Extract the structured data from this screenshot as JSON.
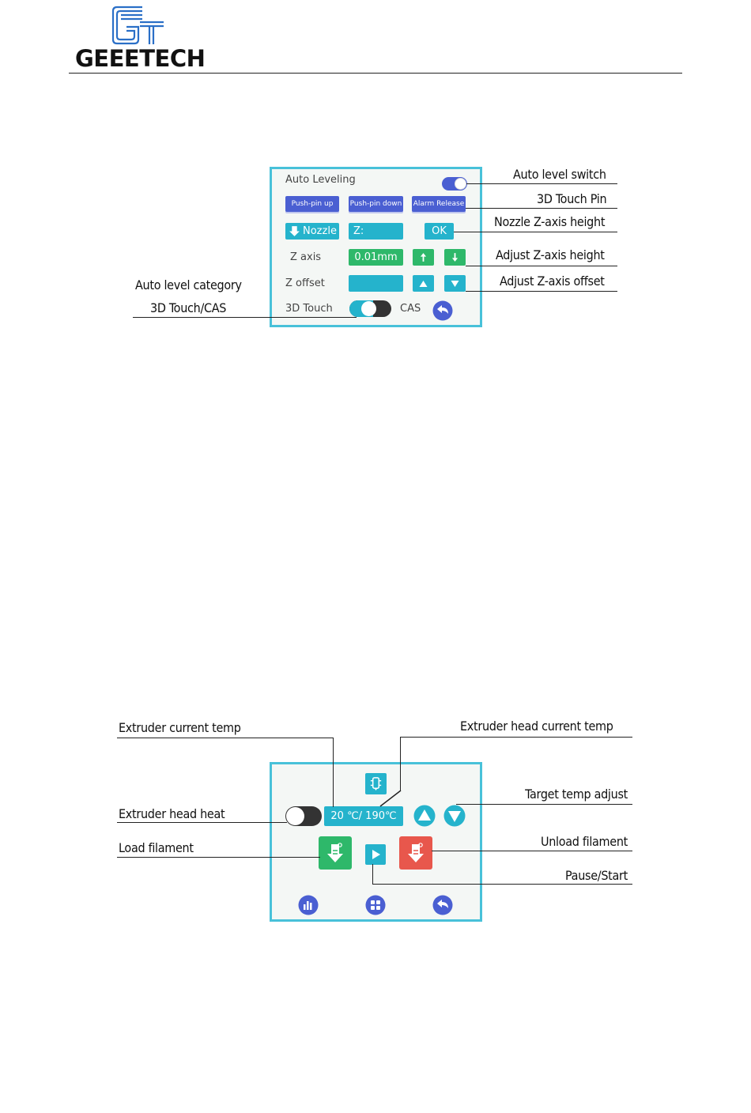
{
  "header": {
    "brand": "GEEETECH"
  },
  "auto_leveling_screen": {
    "title": "Auto Leveling",
    "buttons": {
      "push_pin_up": "Push-pin up",
      "push_pin_down": "Push-pin down",
      "alarm_release": "Alarm Release",
      "nozzle": "Nozzle",
      "ok": "OK"
    },
    "z_field": "Z:",
    "z_axis_label": "Z axis",
    "z_axis_step": "0.01mm",
    "z_offset_label": "Z offset",
    "z_offset_value": "",
    "probe_left": "3D Touch",
    "probe_right": "CAS",
    "auto_level_on": true
  },
  "auto_leveling_callouts": {
    "auto_level_switch": "Auto level switch",
    "touch_pin": "3D Touch Pin",
    "nozzle_height": "Nozzle Z-axis height",
    "adjust_height": "Adjust Z-axis height",
    "adjust_offset": "Adjust Z-axis offset",
    "category_line1": "Auto level category",
    "category_line2": "3D Touch/CAS"
  },
  "filament_screen": {
    "temp_readout": "20 ℃/ 190℃",
    "colors": {
      "accent": "#25b3cc",
      "load": "#2eb86a",
      "unload": "#e8574c",
      "nav": "#4a5fd2"
    }
  },
  "filament_callouts": {
    "extruder_current_temp": "Extruder current temp",
    "extruder_head_current_temp": "Extruder head current temp",
    "extruder_head_heat": "Extruder head heat",
    "target_temp_adjust": "Target temp adjust",
    "load_filament": "Load filament",
    "unload_filament": "Unload filament",
    "pause_start": "Pause/Start"
  }
}
